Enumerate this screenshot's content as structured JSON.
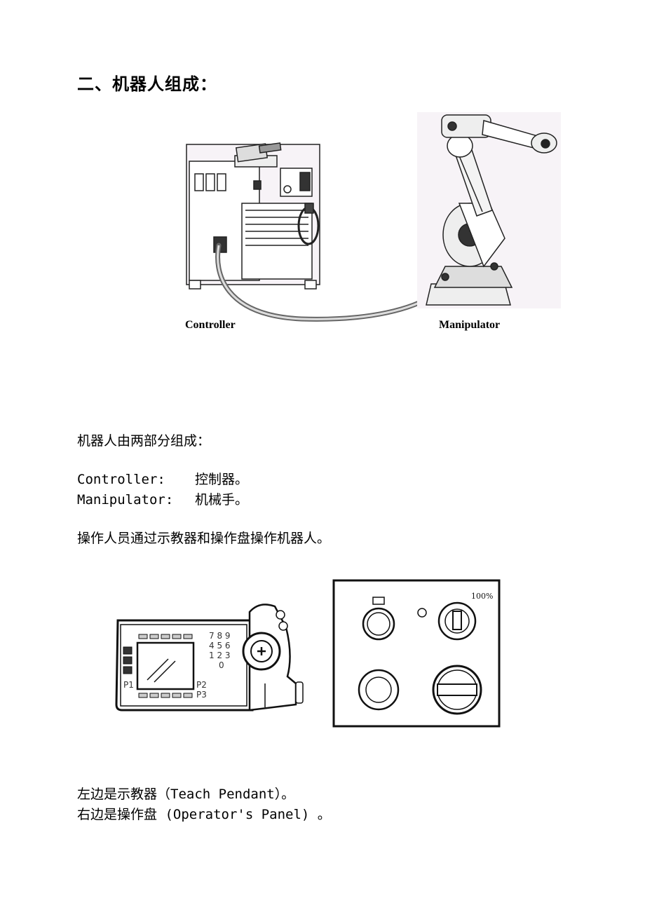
{
  "heading": "二、机器人组成：",
  "figure1": {
    "controller_caption": "Controller",
    "manipulator_caption": "Manipulator"
  },
  "intro": "机器人由两部分组成：",
  "definitions": [
    {
      "term": "Controller:",
      "meaning": "控制器。"
    },
    {
      "term": "Manipulator:",
      "meaning": "机械手。"
    }
  ],
  "operation_sentence": "操作人员通过示教器和操作盘操作机器人。",
  "figure2": {
    "pendant_keys": {
      "row1": "7 8 9",
      "row2": "4 5 6",
      "row3": "1 2 3",
      "row4": "0",
      "p1": "P1",
      "p2": "P2",
      "p3": "P3"
    },
    "panel_speed_label": "100%"
  },
  "caption_left": "左边是示教器（Teach Pendant）。",
  "caption_right": "右边是操作盘 (Operator's Panel) 。"
}
